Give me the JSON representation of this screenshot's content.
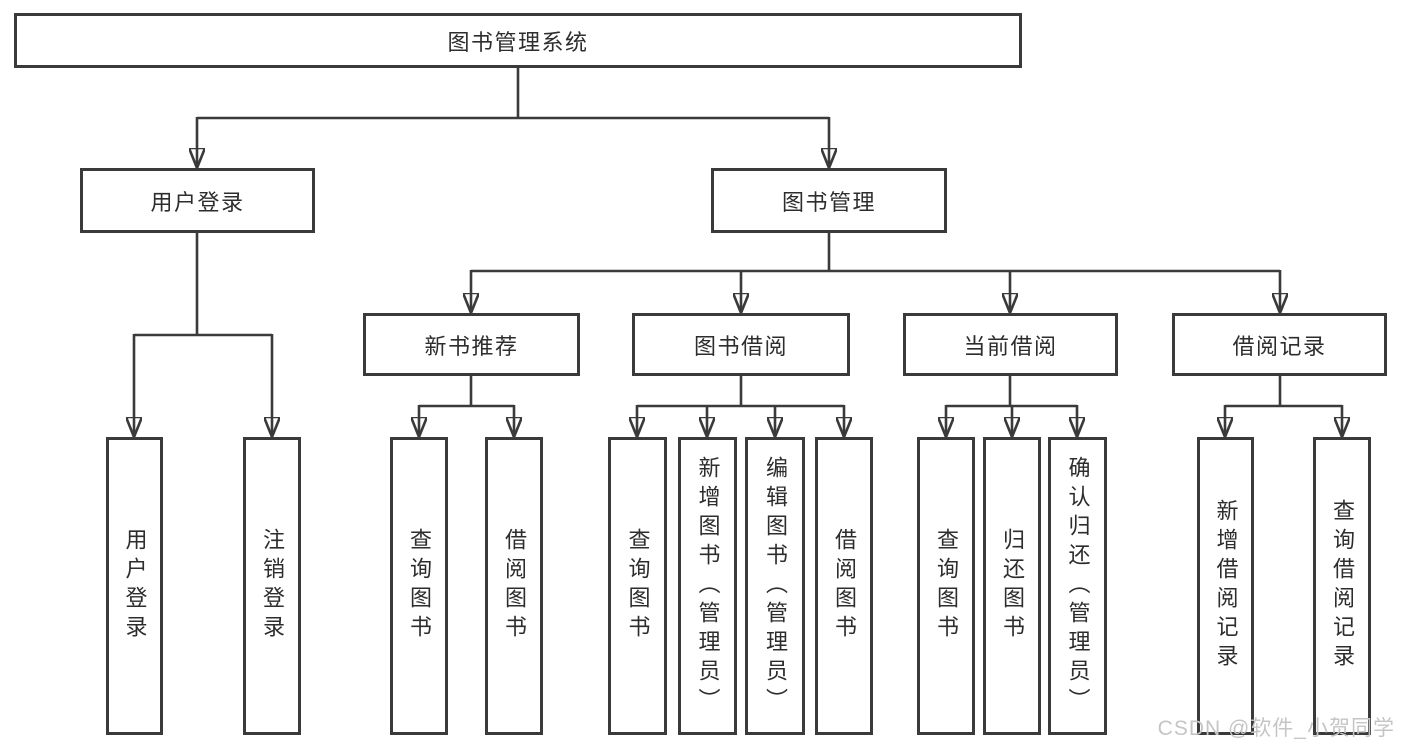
{
  "diagram": {
    "root": "图书管理系统",
    "level2": [
      {
        "label": "用户登录",
        "children": [
          {
            "label": "用户登录"
          },
          {
            "label": "注销登录"
          }
        ]
      },
      {
        "label": "图书管理",
        "children": [
          {
            "label": "新书推荐",
            "children": [
              {
                "label": "查询图书"
              },
              {
                "label": "借阅图书"
              }
            ]
          },
          {
            "label": "图书借阅",
            "children": [
              {
                "label": "查询图书"
              },
              {
                "label": "新增图书（管理员）"
              },
              {
                "label": "编辑图书（管理员）"
              },
              {
                "label": "借阅图书"
              }
            ]
          },
          {
            "label": "当前借阅",
            "children": [
              {
                "label": "查询图书"
              },
              {
                "label": "归还图书"
              },
              {
                "label": "确认归还（管理员）"
              }
            ]
          },
          {
            "label": "借阅记录",
            "children": [
              {
                "label": "新增借阅记录"
              },
              {
                "label": "查询借阅记录"
              }
            ]
          }
        ]
      }
    ]
  },
  "watermark": "CSDN @软件_小贺同学",
  "colors": {
    "line": "#3a3a3a",
    "text": "#2d2d2d",
    "background": "#ffffff",
    "watermark": "#c5c5c5"
  }
}
